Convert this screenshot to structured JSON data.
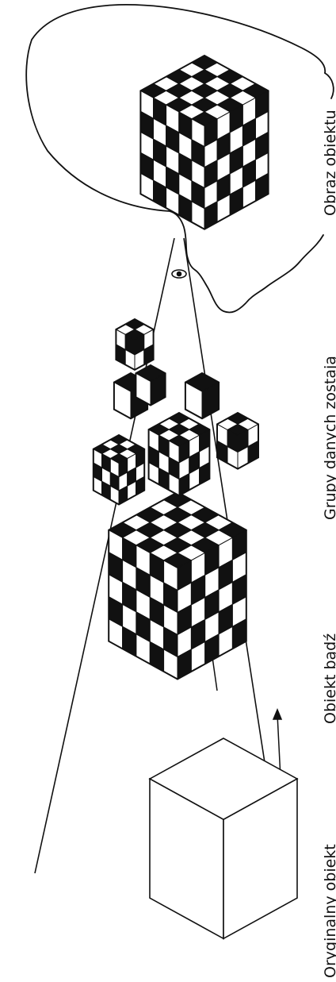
{
  "figure": {
    "ink_color": "#111111",
    "paper_color": "#ffffff",
    "captions": [
      {
        "id": "caption-original-object",
        "text": "Oryginalny obiekt"
      },
      {
        "id": "caption-object-or-event",
        "text": "Obiekt bądź"
      },
      {
        "id": "caption-data-groups",
        "text": "Grupy danych zostają"
      },
      {
        "id": "caption-object-image",
        "text": "Obraz obiektu"
      }
    ],
    "elements": {
      "original_cube": "plain-cube-outline",
      "perceived_cube": "checkered-cube",
      "scattered_groups": "broken-checkered-blocks",
      "brain_image_cube": "checkered-cube-inside-head",
      "arrows": [
        "arrow-to-checkered-cube",
        "arrow-to-fragments"
      ],
      "head": "head-profile-outline",
      "eye": "eye-icon"
    }
  }
}
